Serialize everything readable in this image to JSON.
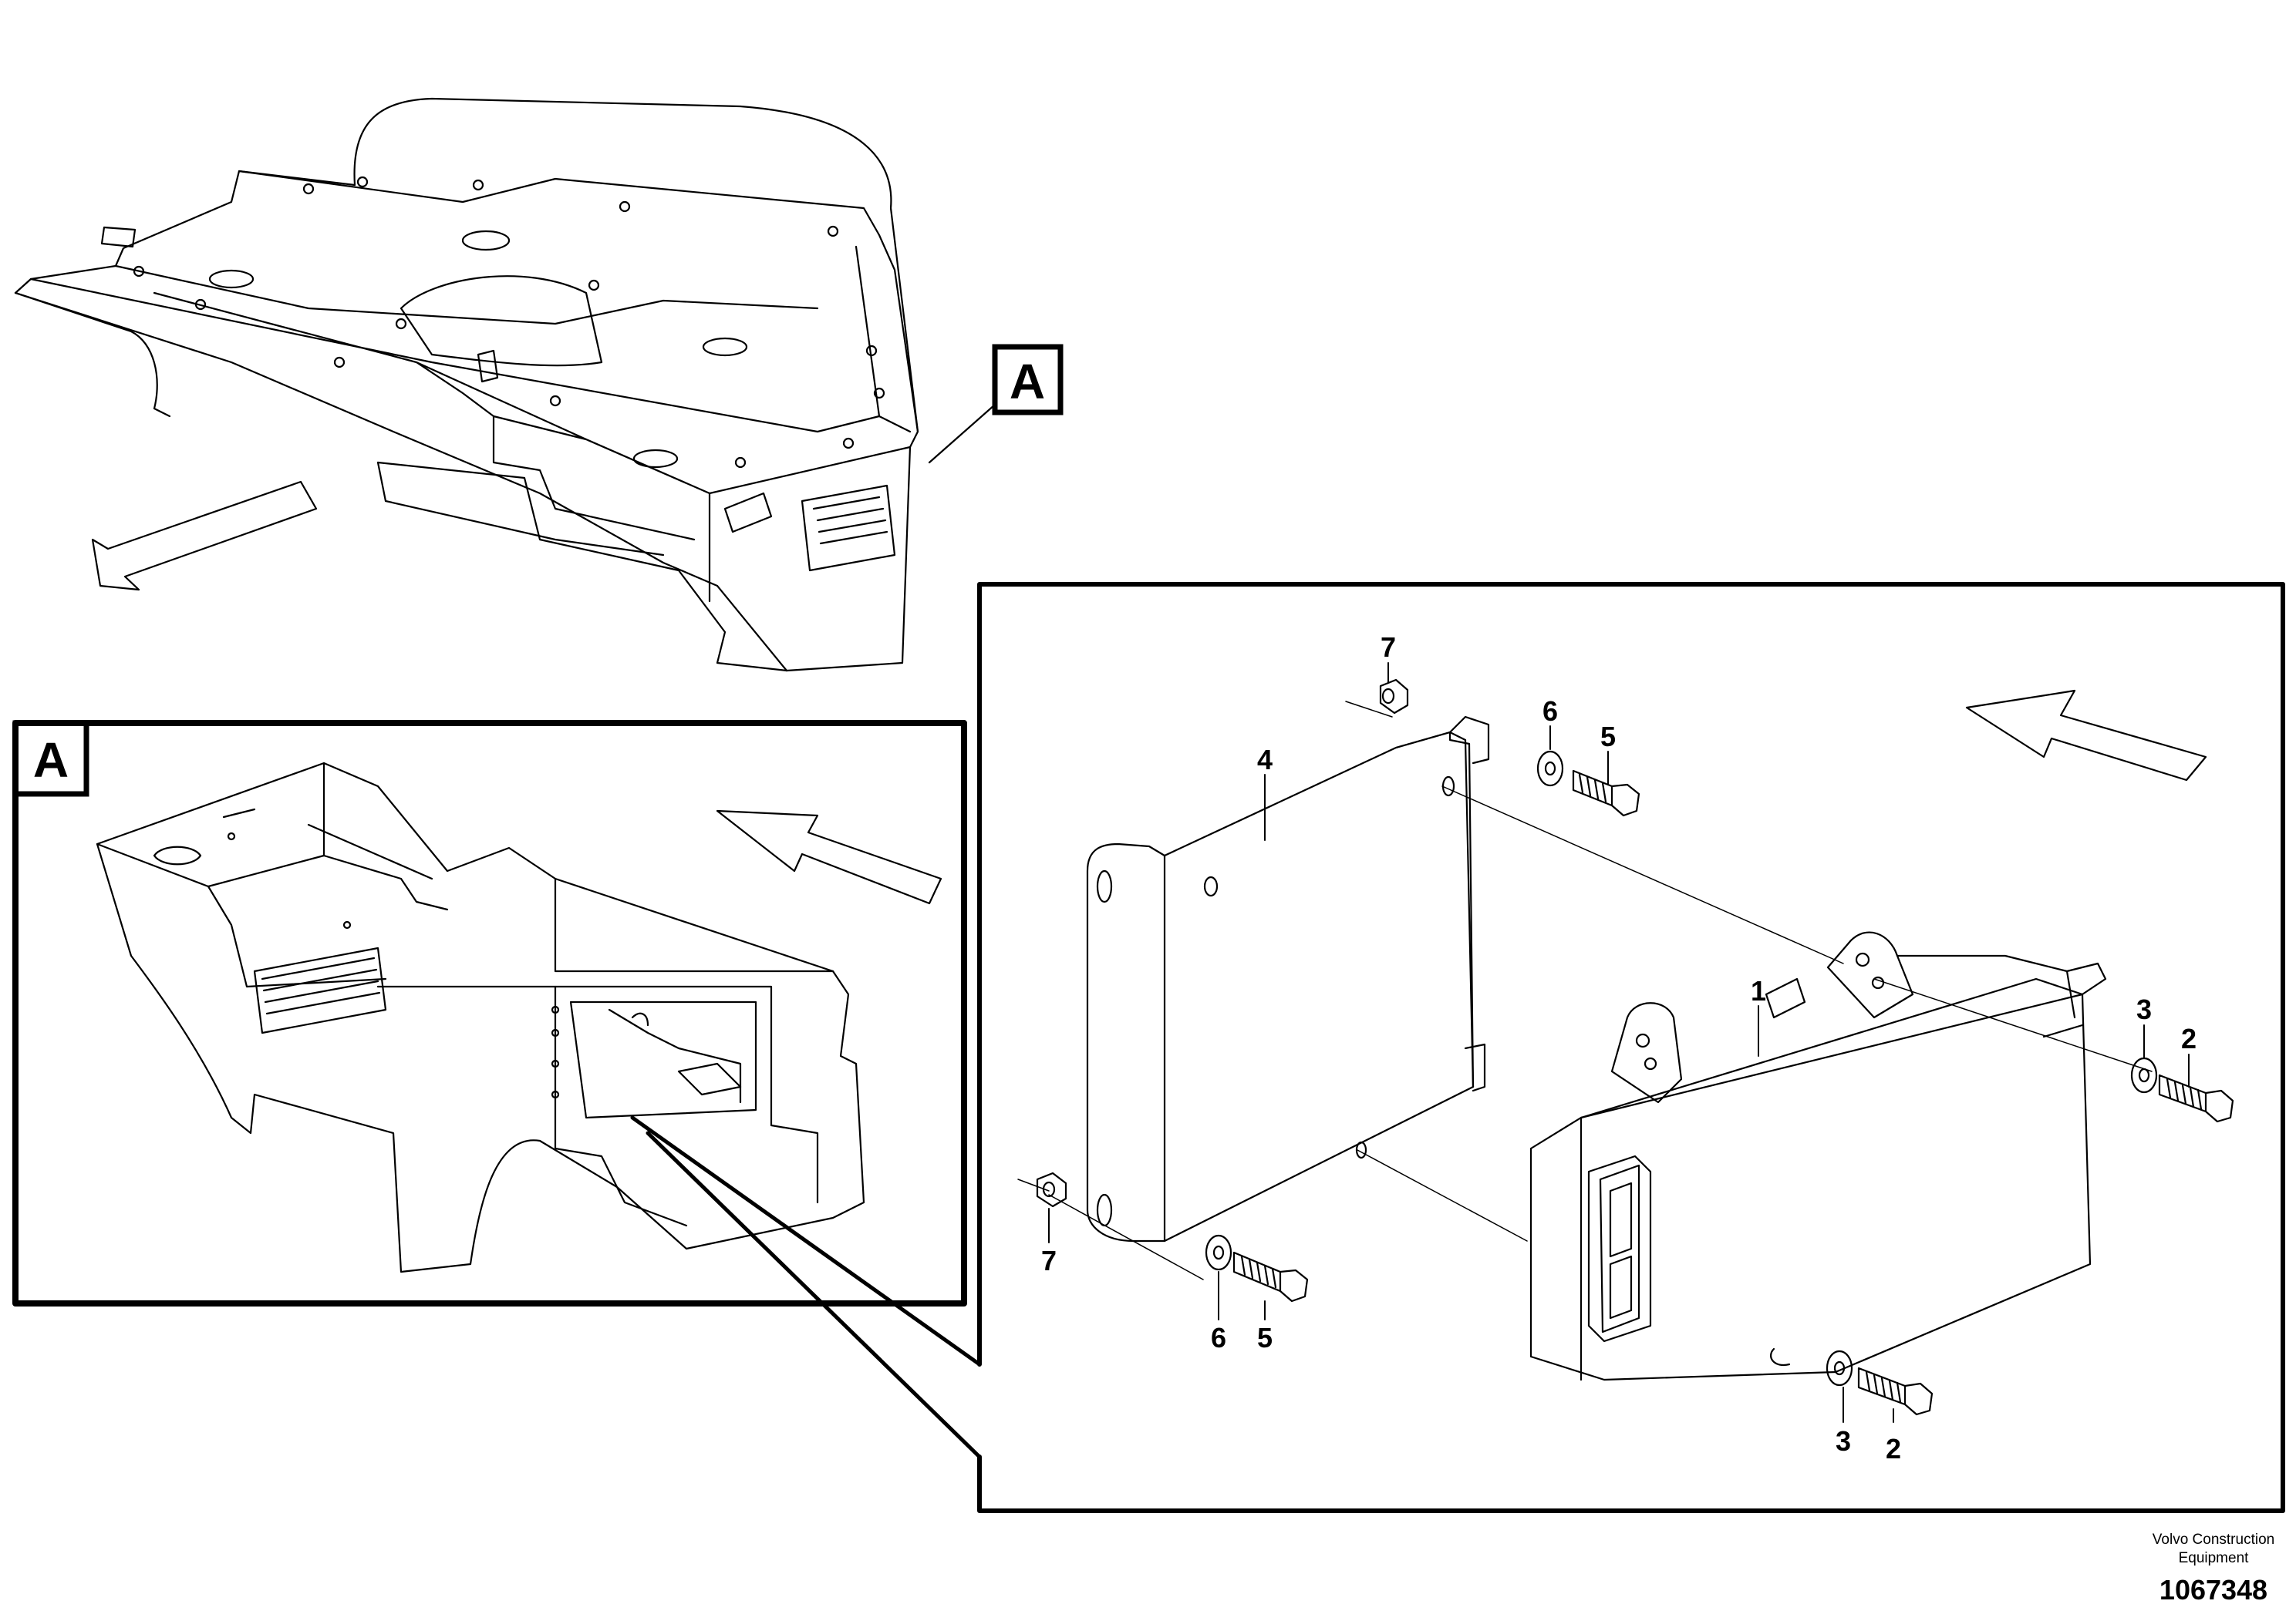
{
  "callout_letter": "A",
  "part_labels": {
    "p1": "1",
    "p2": "2",
    "p3": "3",
    "p4": "4",
    "p5": "5",
    "p6": "6",
    "p7": "7"
  },
  "footer": {
    "credit_line1": "Volvo Construction",
    "credit_line2": "Equipment",
    "document_number": "1067348"
  }
}
